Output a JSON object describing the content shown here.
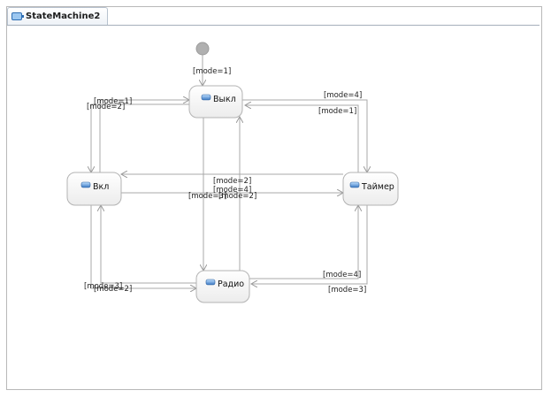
{
  "diagram_title": "StateMachine2",
  "states": {
    "off": "Выкл",
    "on": "Вкл",
    "timer": "Таймер",
    "radio": "Радио"
  },
  "transitions": [
    {
      "from": "initial",
      "to": "off",
      "label": "[mode=1]"
    },
    {
      "from": "off",
      "to": "on",
      "label": "[mode=2]"
    },
    {
      "from": "on",
      "to": "off",
      "label": "[mode=1]"
    },
    {
      "from": "off",
      "to": "timer",
      "label": "[mode=4]"
    },
    {
      "from": "timer",
      "to": "off",
      "label": "[mode=1]"
    },
    {
      "from": "timer",
      "to": "on",
      "label": "[mode=2]"
    },
    {
      "from": "on",
      "to": "timer",
      "label": "[mode=4]"
    },
    {
      "from": "off",
      "to": "radio",
      "label": "[mode=3]"
    },
    {
      "from": "radio",
      "to": "off",
      "label": "[mode=2]"
    },
    {
      "from": "on",
      "to": "radio",
      "label": "[mode=3]"
    },
    {
      "from": "radio",
      "to": "on",
      "label": "[mode=2]"
    },
    {
      "from": "radio",
      "to": "timer",
      "label": "[mode=4]"
    },
    {
      "from": "timer",
      "to": "radio",
      "label": "[mode=3]"
    }
  ],
  "colors": {
    "edge": "#a8a8a8",
    "state_fill_top": "#ffffff",
    "state_fill_bottom": "#ececec",
    "state_border": "#b3b3b3",
    "initial_node": "#b0b0b0",
    "state_icon": "#3a78c2"
  }
}
